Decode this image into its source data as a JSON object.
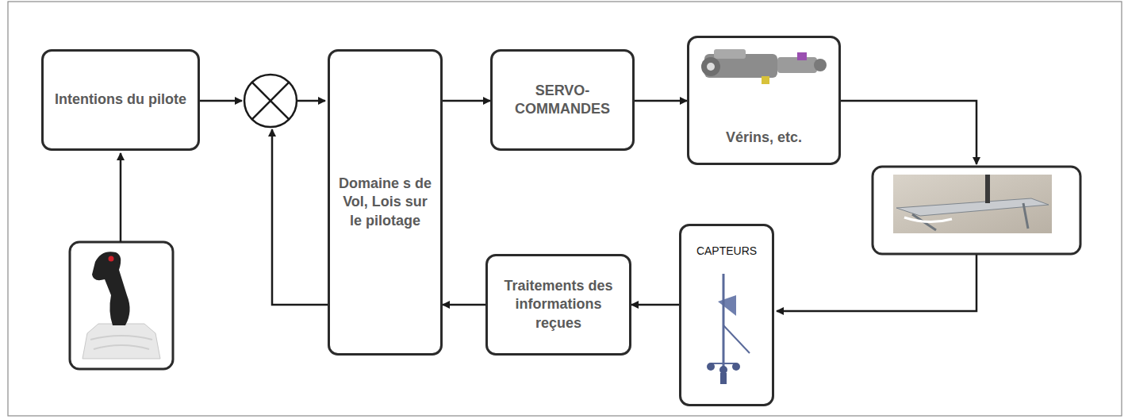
{
  "diagram": {
    "nodes": [
      {
        "text": [
          "Intentions du pilote"
        ]
      },
      {
        "text": [
          "Domaine s de Vol, Lois sur le pilotage"
        ]
      },
      {
        "text": [
          "SERVO- COMMANDES"
        ]
      },
      {
        "text": [
          "Vérins, etc."
        ]
      },
      {
        "text": [
          "CAPTEURS"
        ]
      },
      {
        "text": [
          "Traitements des informations reçues"
        ]
      }
    ],
    "edges": [
      {
        "from": 1,
        "to": 2,
        "arrow": "to"
      },
      {
        "from": 2,
        "to": 3,
        "arrow": "to"
      },
      {
        "from": 4,
        "to": 5,
        "arrow": "to"
      },
      {
        "from": 5,
        "to": 1,
        "arrow": "to"
      }
    ]
  }
}
